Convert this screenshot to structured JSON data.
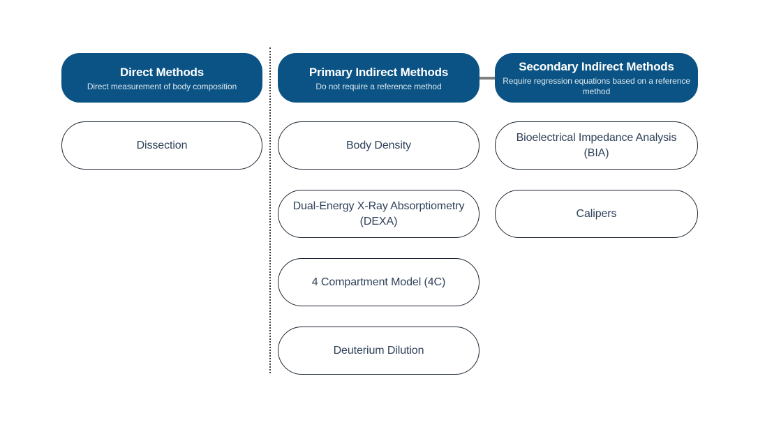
{
  "diagram": {
    "background_color": "#ffffff",
    "accent_color": "#0a5384",
    "outline_color": "#1b2430",
    "text_color": "#2f4159",
    "connector_color": "#808080",
    "divider_color": "#3d3d3d",
    "columns": [
      {
        "header": {
          "title": "Direct Methods",
          "subtitle": "Direct measurement of body composition"
        },
        "items": [
          "Dissection"
        ]
      },
      {
        "header": {
          "title": "Primary Indirect Methods",
          "subtitle": "Do not require a reference method"
        },
        "items": [
          "Body Density",
          "Dual-Energy X-Ray Absorptiometry (DEXA)",
          "4 Compartment Model (4C)",
          "Deuterium Dilution"
        ]
      },
      {
        "header": {
          "title": "Secondary Indirect Methods",
          "subtitle": "Require regression equations based on a reference method"
        },
        "items": [
          "Bioelectrical Impedance Analysis (BIA)",
          "Calipers"
        ]
      }
    ]
  }
}
